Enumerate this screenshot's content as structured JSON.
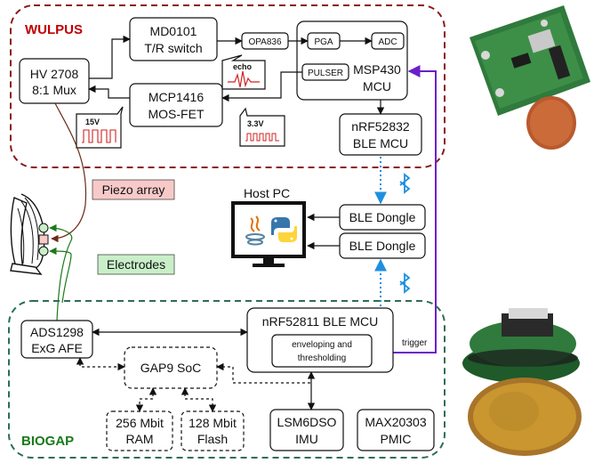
{
  "wulpus": {
    "title": "WULPUS",
    "hv_mux": [
      "HV 2708",
      "8:1 Mux"
    ],
    "tr_switch": [
      "MD0101",
      "T/R switch"
    ],
    "opa": "OPA836",
    "pga": "PGA",
    "adc": "ADC",
    "pulser": "PULSER",
    "mcu": [
      "MSP430",
      "MCU"
    ],
    "mosfet": [
      "MCP1416",
      "MOS-FET"
    ],
    "echo_label": "echo",
    "v15_label": "15V",
    "v33_label": "3.3V",
    "ble_mcu": [
      "nRF52832",
      "BLE MCU"
    ]
  },
  "host": {
    "title": "Host PC",
    "dongle_top": "BLE Dongle",
    "dongle_bottom": "BLE Dongle"
  },
  "labels": {
    "piezo": "Piezo array",
    "electrodes": "Electrodes",
    "trigger": "trigger"
  },
  "biogap": {
    "title": "BIOGAP",
    "afe": [
      "ADS1298",
      "ExG AFE"
    ],
    "ble_mcu": "nRF52811 BLE MCU",
    "enveloping": [
      "enveloping and",
      "thresholding"
    ],
    "soc": "GAP9 SoC",
    "ram": [
      "256 Mbit",
      "RAM"
    ],
    "flash": [
      "128 Mbit",
      "Flash"
    ],
    "imu": [
      "LSM6DSO",
      "IMU"
    ],
    "pmic": [
      "MAX20303",
      "PMIC"
    ]
  },
  "colors": {
    "wulpus_frame": "#8b1a1a",
    "wulpus_title": "#c00000",
    "biogap_frame": "#2e6e55",
    "biogap_title": "#1a7a1a",
    "trigger_line": "#6a1fc9",
    "bluetooth": "#1e8fe0",
    "piezo_bg": "#f8c9c9",
    "electrode_bg": "#c9efc9",
    "pulse": "#d22222",
    "piezo_wire": "#6b2a16",
    "electrode_wire": "#1b7a1b"
  }
}
